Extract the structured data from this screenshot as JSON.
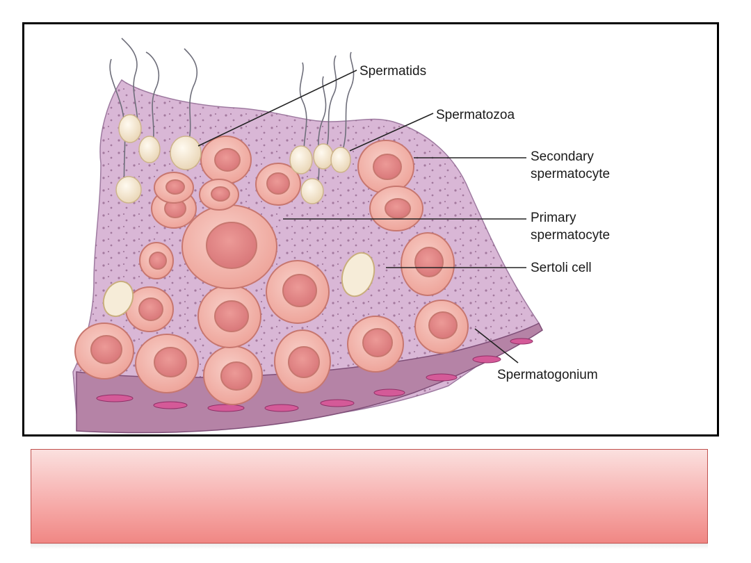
{
  "figure": {
    "labels": {
      "spermatids": "Spermatids",
      "spermatozoa": "Spermatozoa",
      "secondary_spermatocyte": [
        "Secondary",
        "spermatocyte"
      ],
      "primary_spermatocyte": [
        "Primary",
        "spermatocyte"
      ],
      "sertoli_cell": "Sertoli cell",
      "spermatogonium": "Spermatogonium"
    },
    "colors": {
      "tissue": "#d9b7d6",
      "cell_fill": "#f2b3aa",
      "cell_outline": "#c7776f",
      "nucleus": "#e48b88",
      "sertoli": "#f6ecd8",
      "basement": "#b583a6",
      "leader_line": "#222222"
    }
  },
  "caption": {
    "colors": {
      "border": "#c0504d",
      "top": "#fbe0df",
      "bottom": "#f08784"
    }
  }
}
